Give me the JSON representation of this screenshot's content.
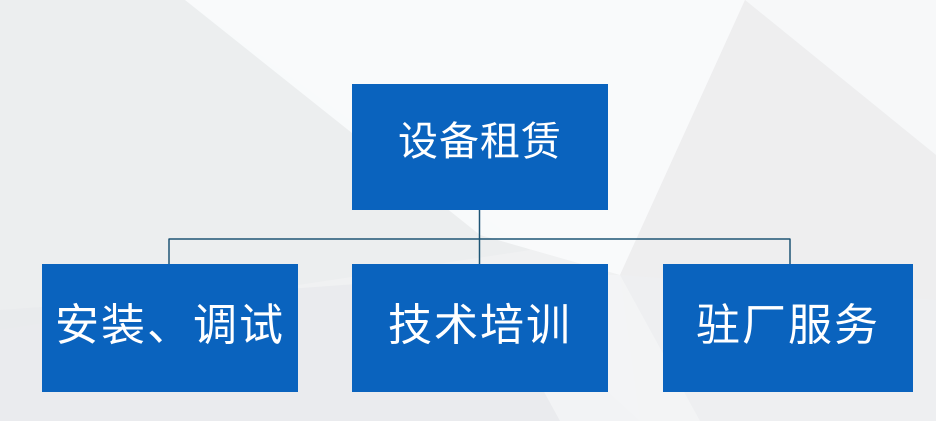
{
  "diagram": {
    "type": "org-chart",
    "root": {
      "label": "设备租赁"
    },
    "children": [
      {
        "label": "安装、调试"
      },
      {
        "label": "技术培训"
      },
      {
        "label": "驻厂服务"
      }
    ],
    "colors": {
      "box_fill": "#0a63be",
      "box_text": "#ffffff",
      "connector": "#1e5575",
      "background": "#f1f2f3"
    }
  }
}
